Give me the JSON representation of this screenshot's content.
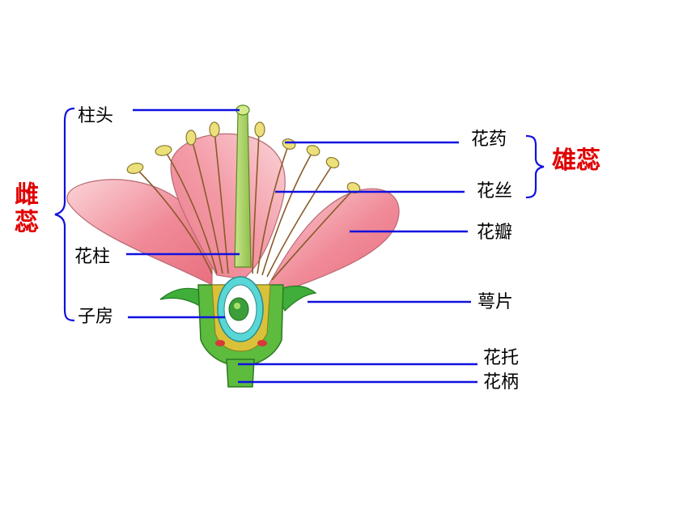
{
  "labels": {
    "stigma": "柱头",
    "style": "花柱",
    "ovary": "子房",
    "anther": "花药",
    "filament": "花丝",
    "petal": "花瓣",
    "sepal": "萼片",
    "receptacle": "花托",
    "pedicel": "花柄"
  },
  "groups": {
    "pistil": "雌蕊",
    "stamen": "雄蕊"
  },
  "colors": {
    "leader_line": "#1010e0",
    "group_text": "#e00000",
    "petal": "#f08a98",
    "petal_light": "#fbd4d8",
    "sepal": "#3fae3a",
    "ovary_fill": "#59d6d6",
    "anther": "#ece07a"
  }
}
